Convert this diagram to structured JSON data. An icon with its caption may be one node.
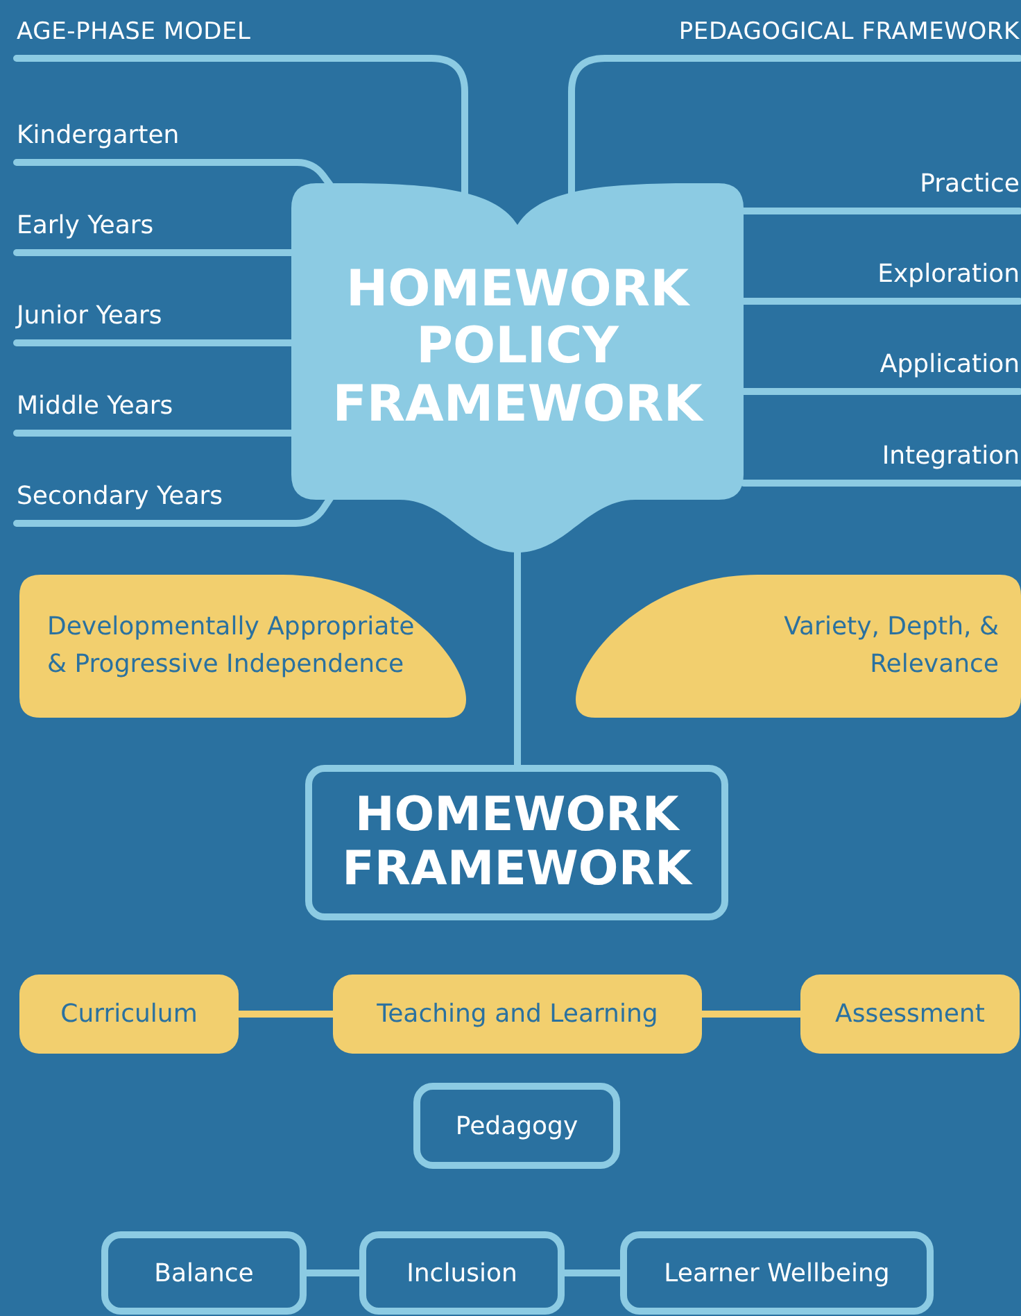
{
  "diagram": {
    "nodes": [
      {
        "text": [
          "HOMEWORK POLICY FRAMEWORK"
        ]
      },
      {
        "text": [
          "AGE-PHASE MODEL"
        ]
      },
      {
        "text": [
          "Kindergarten"
        ]
      },
      {
        "text": [
          "Early Years"
        ]
      },
      {
        "text": [
          "Junior Years"
        ]
      },
      {
        "text": [
          "Middle Years"
        ]
      },
      {
        "text": [
          "Secondary Years"
        ]
      },
      {
        "text": [
          "PEDAGOGICAL FRAMEWORK"
        ]
      },
      {
        "text": [
          "Practice"
        ]
      },
      {
        "text": [
          "Exploration"
        ]
      },
      {
        "text": [
          "Application"
        ]
      },
      {
        "text": [
          "Integration"
        ]
      },
      {
        "text": [
          "Developmentally Appropriate & Progressive Independence"
        ]
      },
      {
        "text": [
          "Variety, Depth, & Relevance"
        ]
      },
      {
        "text": [
          "HOMEWORK FRAMEWORK"
        ]
      },
      {
        "text": [
          "Curriculum"
        ]
      },
      {
        "text": [
          "Teaching and Learning"
        ]
      },
      {
        "text": [
          "Assessment"
        ]
      },
      {
        "text": [
          "Pedagogy"
        ]
      },
      {
        "text": [
          "Balance"
        ]
      },
      {
        "text": [
          "Inclusion"
        ]
      },
      {
        "text": [
          "Learner Wellbeing"
        ]
      }
    ],
    "edges": [
      {
        "from": 1,
        "to": 0,
        "arrow": "none"
      },
      {
        "from": 2,
        "to": 0,
        "arrow": "none"
      },
      {
        "from": 3,
        "to": 0,
        "arrow": "none"
      },
      {
        "from": 4,
        "to": 0,
        "arrow": "none"
      },
      {
        "from": 5,
        "to": 0,
        "arrow": "none"
      },
      {
        "from": 6,
        "to": 0,
        "arrow": "none"
      },
      {
        "from": 7,
        "to": 0,
        "arrow": "none"
      },
      {
        "from": 8,
        "to": 0,
        "arrow": "none"
      },
      {
        "from": 9,
        "to": 0,
        "arrow": "none"
      },
      {
        "from": 10,
        "to": 0,
        "arrow": "none"
      },
      {
        "from": 11,
        "to": 0,
        "arrow": "none"
      },
      {
        "from": 0,
        "to": 14,
        "arrow": "none"
      },
      {
        "from": 15,
        "to": 16,
        "arrow": "none",
        "color": "#f2cf6e"
      },
      {
        "from": 16,
        "to": 17,
        "arrow": "none",
        "color": "#f2cf6e"
      },
      {
        "from": 19,
        "to": 20,
        "arrow": "none"
      },
      {
        "from": 20,
        "to": 21,
        "arrow": "none"
      }
    ]
  }
}
